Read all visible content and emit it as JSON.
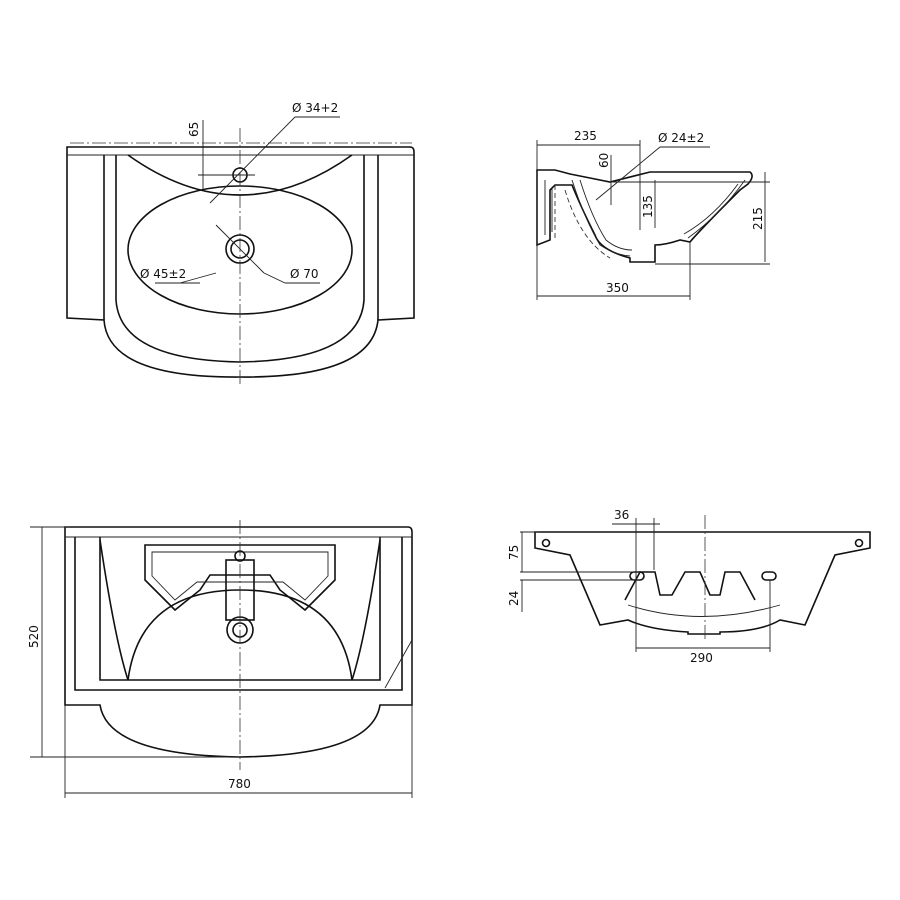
{
  "title": "Washbasin technical drawing",
  "top_view": {
    "tap_hole_diameter": "Ø 34+2",
    "tap_hole_offset": "65",
    "drain_diameter": "Ø 45±2",
    "drain_outer_diameter": "Ø 70"
  },
  "side_section": {
    "depth_to_tap": "235",
    "overflow_diameter": "Ø 24±2",
    "overflow_height": "60",
    "bowl_depth": "135",
    "total_height": "215",
    "total_depth": "350"
  },
  "bottom_view": {
    "depth": "520",
    "width": "780"
  },
  "front_view": {
    "slot_width": "36",
    "height_upper": "75",
    "height_lower": "24",
    "fixing_spacing": "290"
  }
}
